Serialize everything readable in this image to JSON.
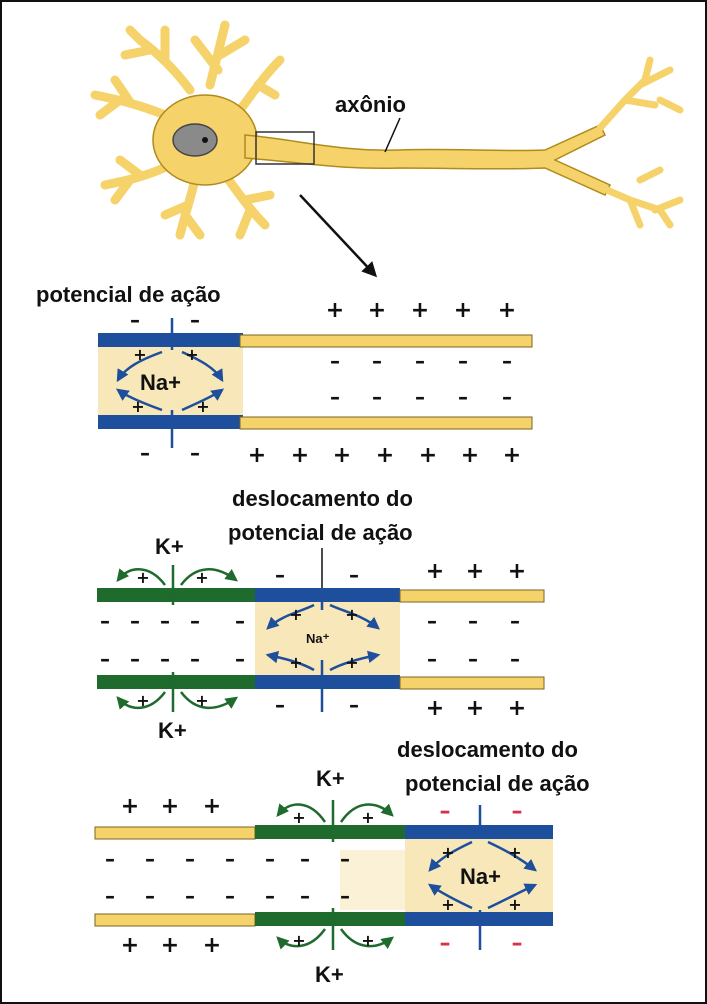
{
  "labels": {
    "axon": "axônio",
    "action_potential": "potencial de ação",
    "displacement_1": [
      "deslocamento do",
      "potencial de ação"
    ],
    "displacement_2": [
      "deslocamento do",
      "potencial de ação"
    ],
    "na": "Na+",
    "na_small": "Na⁺",
    "k": "K+"
  },
  "signs": {
    "plus": "+",
    "minus": "–"
  },
  "colors": {
    "axon_yellow": "#f5d36a",
    "axon_light": "#f8e7b8",
    "sodium_blue": "#1d4f9c",
    "potassium_green": "#1f6b2e",
    "red_minus": "#d6304a",
    "text": "#111111"
  }
}
